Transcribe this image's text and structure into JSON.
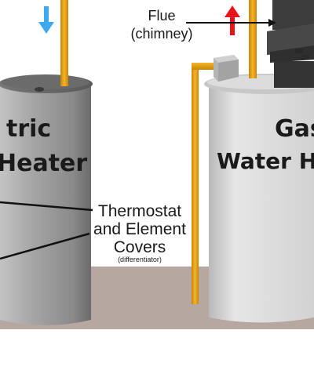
{
  "labels": {
    "flue_line1": "Flue",
    "flue_line2": "(chimney)",
    "callout_line1": "Thermostat",
    "callout_line2": "and Element",
    "callout_line3": "Covers",
    "callout_note": "(differentiator)"
  },
  "heaters": {
    "electric": {
      "line1": "tric",
      "line2": "Heater"
    },
    "gas": {
      "line1": "Gas",
      "line2": "Water H"
    }
  },
  "arrows": {
    "cold_in": {
      "icon": "arrow-down-icon",
      "color": "#3da8f0"
    },
    "exhaust_up": {
      "icon": "arrow-up-icon",
      "color": "#e8141c"
    }
  },
  "colors": {
    "pipe": "#e39d10",
    "tank_dark": "#8c8c8c",
    "tank_light": "#d9d9d9",
    "floor": "#b6a7a1",
    "flue": "#3c3c3c"
  }
}
